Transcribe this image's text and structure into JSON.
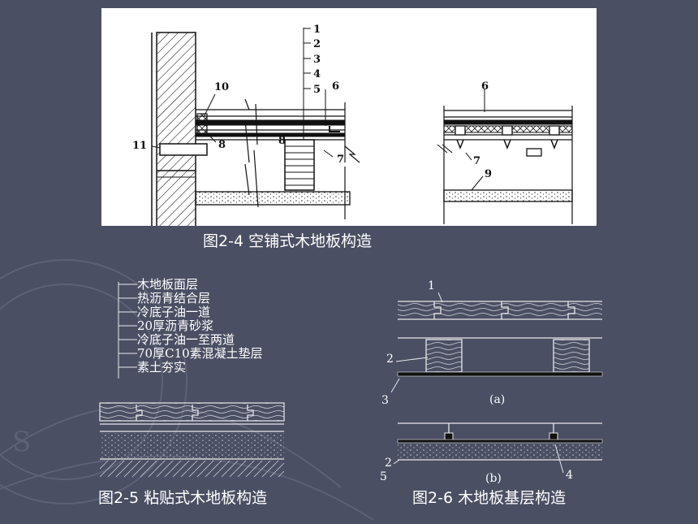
{
  "fig24": {
    "caption": "图2-4  空铺式木地板构造",
    "labels": {
      "n1": "1",
      "n2": "2",
      "n3": "3",
      "n4": "4",
      "n5": "5",
      "n6a": "6",
      "n6b": "6",
      "n7a": "7",
      "n7b": "7",
      "n8a": "8",
      "n8b": "8",
      "n9": "9",
      "n10": "10",
      "n11": "11"
    }
  },
  "fig25": {
    "caption": "图2-5 粘贴式木地板构造",
    "layers": [
      "木地板面层",
      "热沥青结合层",
      "冷底子油一道",
      "20厚沥青砂浆",
      "冷底子油一至两道",
      "70厚C10素混凝土垫层",
      "素土夯实"
    ]
  },
  "fig26": {
    "caption": "图2-6  木地板基层构造",
    "labels": {
      "a1": "1",
      "a2": "2",
      "a3": "3",
      "sub_a": "(a)",
      "b2": "2",
      "b5": "5",
      "b4": "4",
      "sub_b": "(b)"
    }
  },
  "colors": {
    "background": "#4b4f63",
    "panel": "#ffffff",
    "line": "#111111",
    "drawing_on_dark": "#e8e8ec"
  }
}
